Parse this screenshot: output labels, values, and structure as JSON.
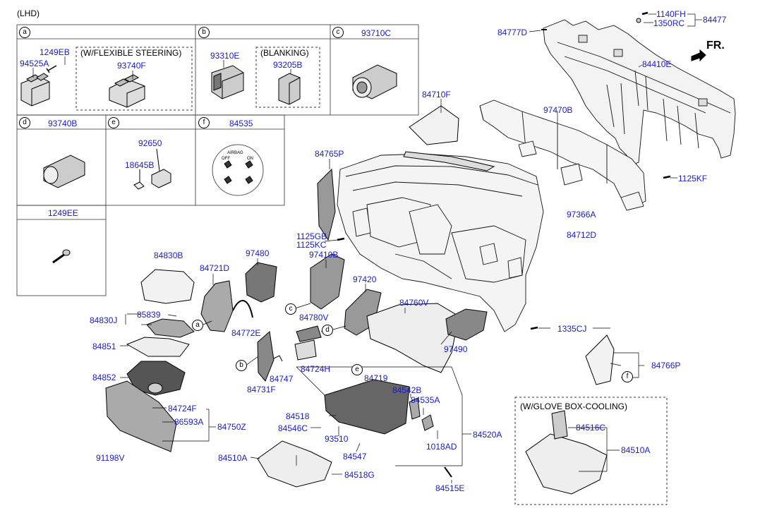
{
  "header": {
    "variant": "(LHD)",
    "front_marker": "FR."
  },
  "cells": {
    "a": {
      "letter": "a",
      "note": "(W/FLEXIBLE STEERING)",
      "p1": "1249EB",
      "p2": "94525A",
      "p3": "93740F"
    },
    "b": {
      "letter": "b",
      "note": "(BLANKING)",
      "p1": "93310E",
      "p2": "93205B"
    },
    "c": {
      "letter": "c",
      "p1": "93710C"
    },
    "d": {
      "letter": "d",
      "p1": "93740B"
    },
    "e": {
      "letter": "e",
      "p1": "92650",
      "p2": "18645B"
    },
    "f": {
      "letter": "f",
      "p1": "84535",
      "airbag_text": "AIRBAG",
      "airbag_off": "OFF",
      "airbag_on": "ON"
    },
    "g": {
      "p1": "1249EE"
    }
  },
  "parts": {
    "p84777D": "84777D",
    "p1140FH": "1140FH",
    "p1350RC": "1350RC",
    "p84477": "84477",
    "p84410E": "84410E",
    "p97470B": "97470B",
    "p84710F": "84710F",
    "p84765P": "84765P",
    "p1125KF": "1125KF",
    "p97366A": "97366A",
    "p84712D": "84712D",
    "p1125GB": "1125GB",
    "p1125KC": "1125KC",
    "p84830B": "84830B",
    "p84721D": "84721D",
    "p97480": "97480",
    "p97410B": "97410B",
    "p97420": "97420",
    "p84760V": "84760V",
    "p84780V": "84780V",
    "p84772E": "84772E",
    "p84830J": "84830J",
    "p85839": "85839",
    "p84851": "84851",
    "p84852": "84852",
    "p97490": "97490",
    "p1335CJ": "1335CJ",
    "p84766P": "84766P",
    "p84724H": "84724H",
    "p84747": "84747",
    "p84731F": "84731F",
    "p84719": "84719",
    "p84542B": "84542B",
    "p84535A": "84535A",
    "p84518": "84518",
    "p84546C": "84546C",
    "p93510": "93510",
    "p1018AD": "1018AD",
    "p84520A": "84520A",
    "p84547": "84547",
    "p84724F": "84724F",
    "p86593A": "86593A",
    "p84750Z": "84750Z",
    "p91198V": "91198V",
    "p84510A": "84510A",
    "p84518G": "84518G",
    "p84515E": "84515E",
    "p84516C": "84516C",
    "p84510A_b": "84510A"
  },
  "glovebox_cooling": {
    "title": "(W/GLOVE BOX-COOLING)"
  },
  "callouts": {
    "a": "a",
    "b": "b",
    "c": "c",
    "d": "d",
    "e": "e",
    "f": "f"
  }
}
